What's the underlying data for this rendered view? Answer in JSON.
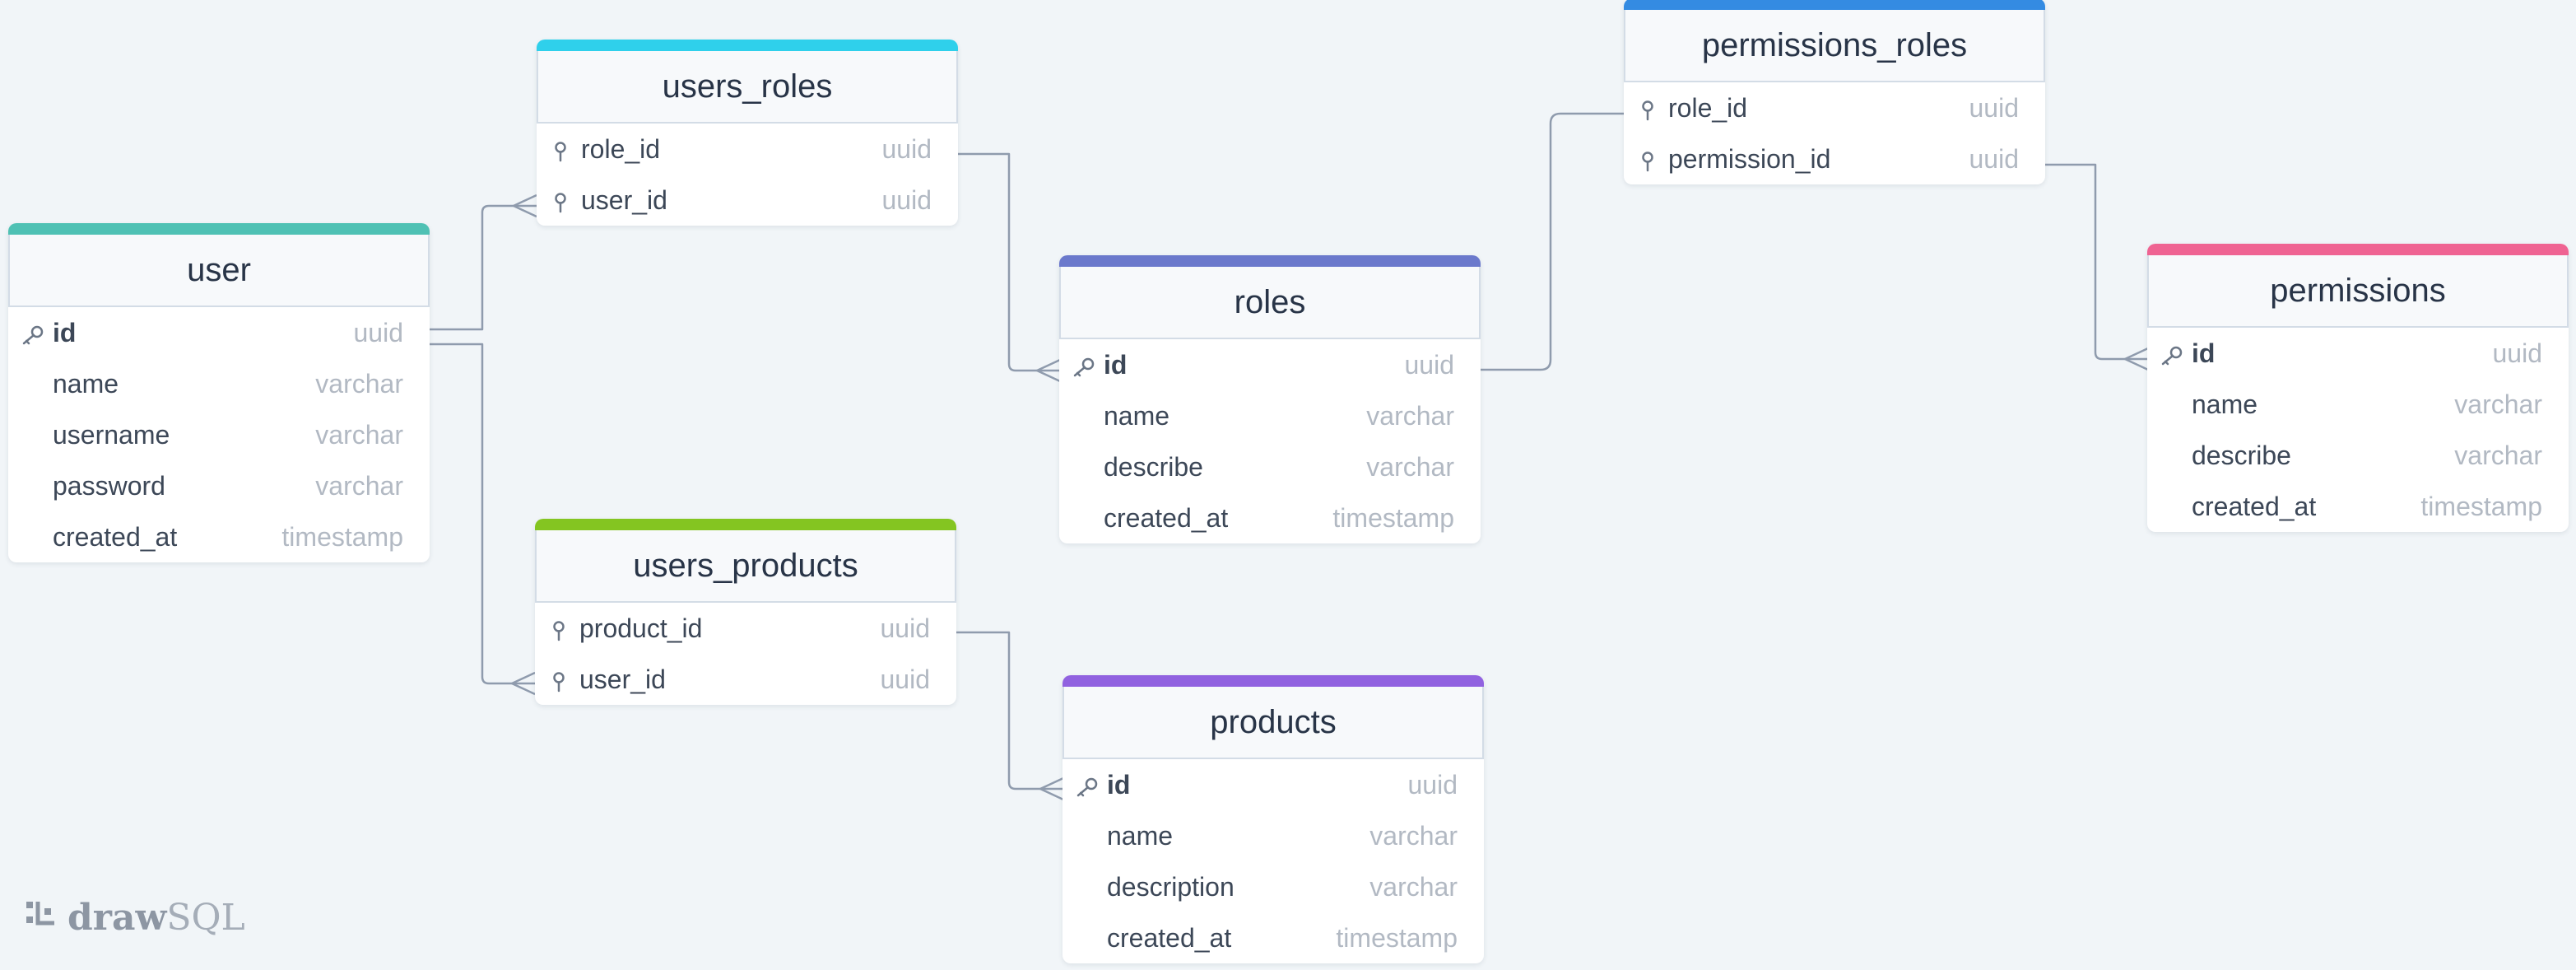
{
  "app": {
    "logo_prefix": "draw",
    "logo_suffix": "SQL"
  },
  "colors": {
    "background": "#f1f5f8",
    "line": "#8f9bad"
  },
  "tables": [
    {
      "id": "user",
      "name": "user",
      "accent": "#4fc1b4",
      "columns": [
        {
          "name": "id",
          "type": "uuid",
          "key": "pk"
        },
        {
          "name": "name",
          "type": "varchar",
          "key": ""
        },
        {
          "name": "username",
          "type": "varchar",
          "key": ""
        },
        {
          "name": "password",
          "type": "varchar",
          "key": ""
        },
        {
          "name": "created_at",
          "type": "timestamp",
          "key": ""
        }
      ]
    },
    {
      "id": "users_roles",
      "name": "users_roles",
      "accent": "#2fd0eb",
      "columns": [
        {
          "name": "role_id",
          "type": "uuid",
          "key": "fk"
        },
        {
          "name": "user_id",
          "type": "uuid",
          "key": "fk"
        }
      ]
    },
    {
      "id": "users_products",
      "name": "users_products",
      "accent": "#84c521",
      "columns": [
        {
          "name": "product_id",
          "type": "uuid",
          "key": "fk"
        },
        {
          "name": "user_id",
          "type": "uuid",
          "key": "fk"
        }
      ]
    },
    {
      "id": "roles",
      "name": "roles",
      "accent": "#6b79cc",
      "columns": [
        {
          "name": "id",
          "type": "uuid",
          "key": "pk"
        },
        {
          "name": "name",
          "type": "varchar",
          "key": ""
        },
        {
          "name": "describe",
          "type": "varchar",
          "key": ""
        },
        {
          "name": "created_at",
          "type": "timestamp",
          "key": ""
        }
      ]
    },
    {
      "id": "products",
      "name": "products",
      "accent": "#9162e0",
      "columns": [
        {
          "name": "id",
          "type": "uuid",
          "key": "pk"
        },
        {
          "name": "name",
          "type": "varchar",
          "key": ""
        },
        {
          "name": "description",
          "type": "varchar",
          "key": ""
        },
        {
          "name": "created_at",
          "type": "timestamp",
          "key": ""
        }
      ]
    },
    {
      "id": "permissions_roles",
      "name": "permissions_roles",
      "accent": "#348be2",
      "columns": [
        {
          "name": "role_id",
          "type": "uuid",
          "key": "fk"
        },
        {
          "name": "permission_id",
          "type": "uuid",
          "key": "fk"
        }
      ]
    },
    {
      "id": "permissions",
      "name": "permissions",
      "accent": "#ef6392",
      "columns": [
        {
          "name": "id",
          "type": "uuid",
          "key": "pk"
        },
        {
          "name": "name",
          "type": "varchar",
          "key": ""
        },
        {
          "name": "describe",
          "type": "varchar",
          "key": ""
        },
        {
          "name": "created_at",
          "type": "timestamp",
          "key": ""
        }
      ]
    }
  ],
  "relations": [
    {
      "from": "user.id",
      "to": "users_roles.user_id"
    },
    {
      "from": "user.id",
      "to": "users_products.user_id"
    },
    {
      "from": "users_roles.role_id",
      "to": "roles.id"
    },
    {
      "from": "users_products.product_id",
      "to": "products.id"
    },
    {
      "from": "roles.id",
      "to": "permissions_roles.role_id"
    },
    {
      "from": "permissions_roles.permission_id",
      "to": "permissions.id"
    }
  ]
}
